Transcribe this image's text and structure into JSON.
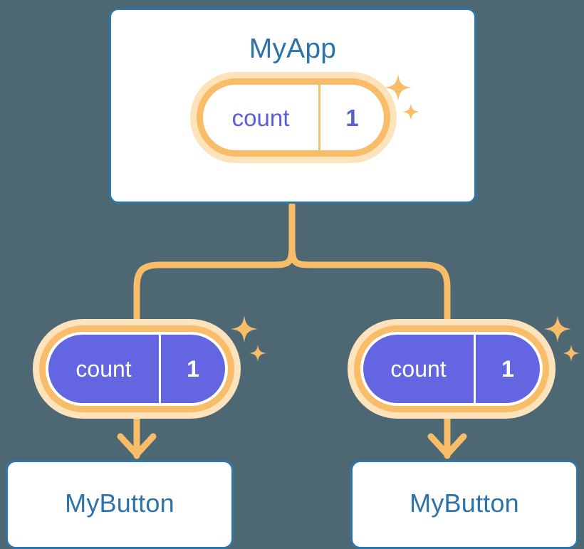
{
  "diagram": {
    "title": "MyApp",
    "background_color": "#4d6872",
    "accent_orange": "#f9bd6a",
    "accent_orange_pale": "#fce3bb",
    "accent_blue": "#2d72a8",
    "accent_purple": "#6366e0"
  },
  "app_node": {
    "label": "MyApp",
    "state_pill": {
      "key": "count",
      "value": "1",
      "style": "outlined"
    }
  },
  "children": [
    {
      "state_pill": {
        "key": "count",
        "value": "1",
        "style": "filled"
      },
      "label": "MyButton"
    },
    {
      "state_pill": {
        "key": "count",
        "value": "1",
        "style": "filled"
      },
      "label": "MyButton"
    }
  ],
  "icons": {
    "sparkle_large": "sparkle-icon",
    "sparkle_small": "sparkle-icon",
    "arrow_down": "arrow-down-icon",
    "tree_connector": "tree-connector"
  }
}
